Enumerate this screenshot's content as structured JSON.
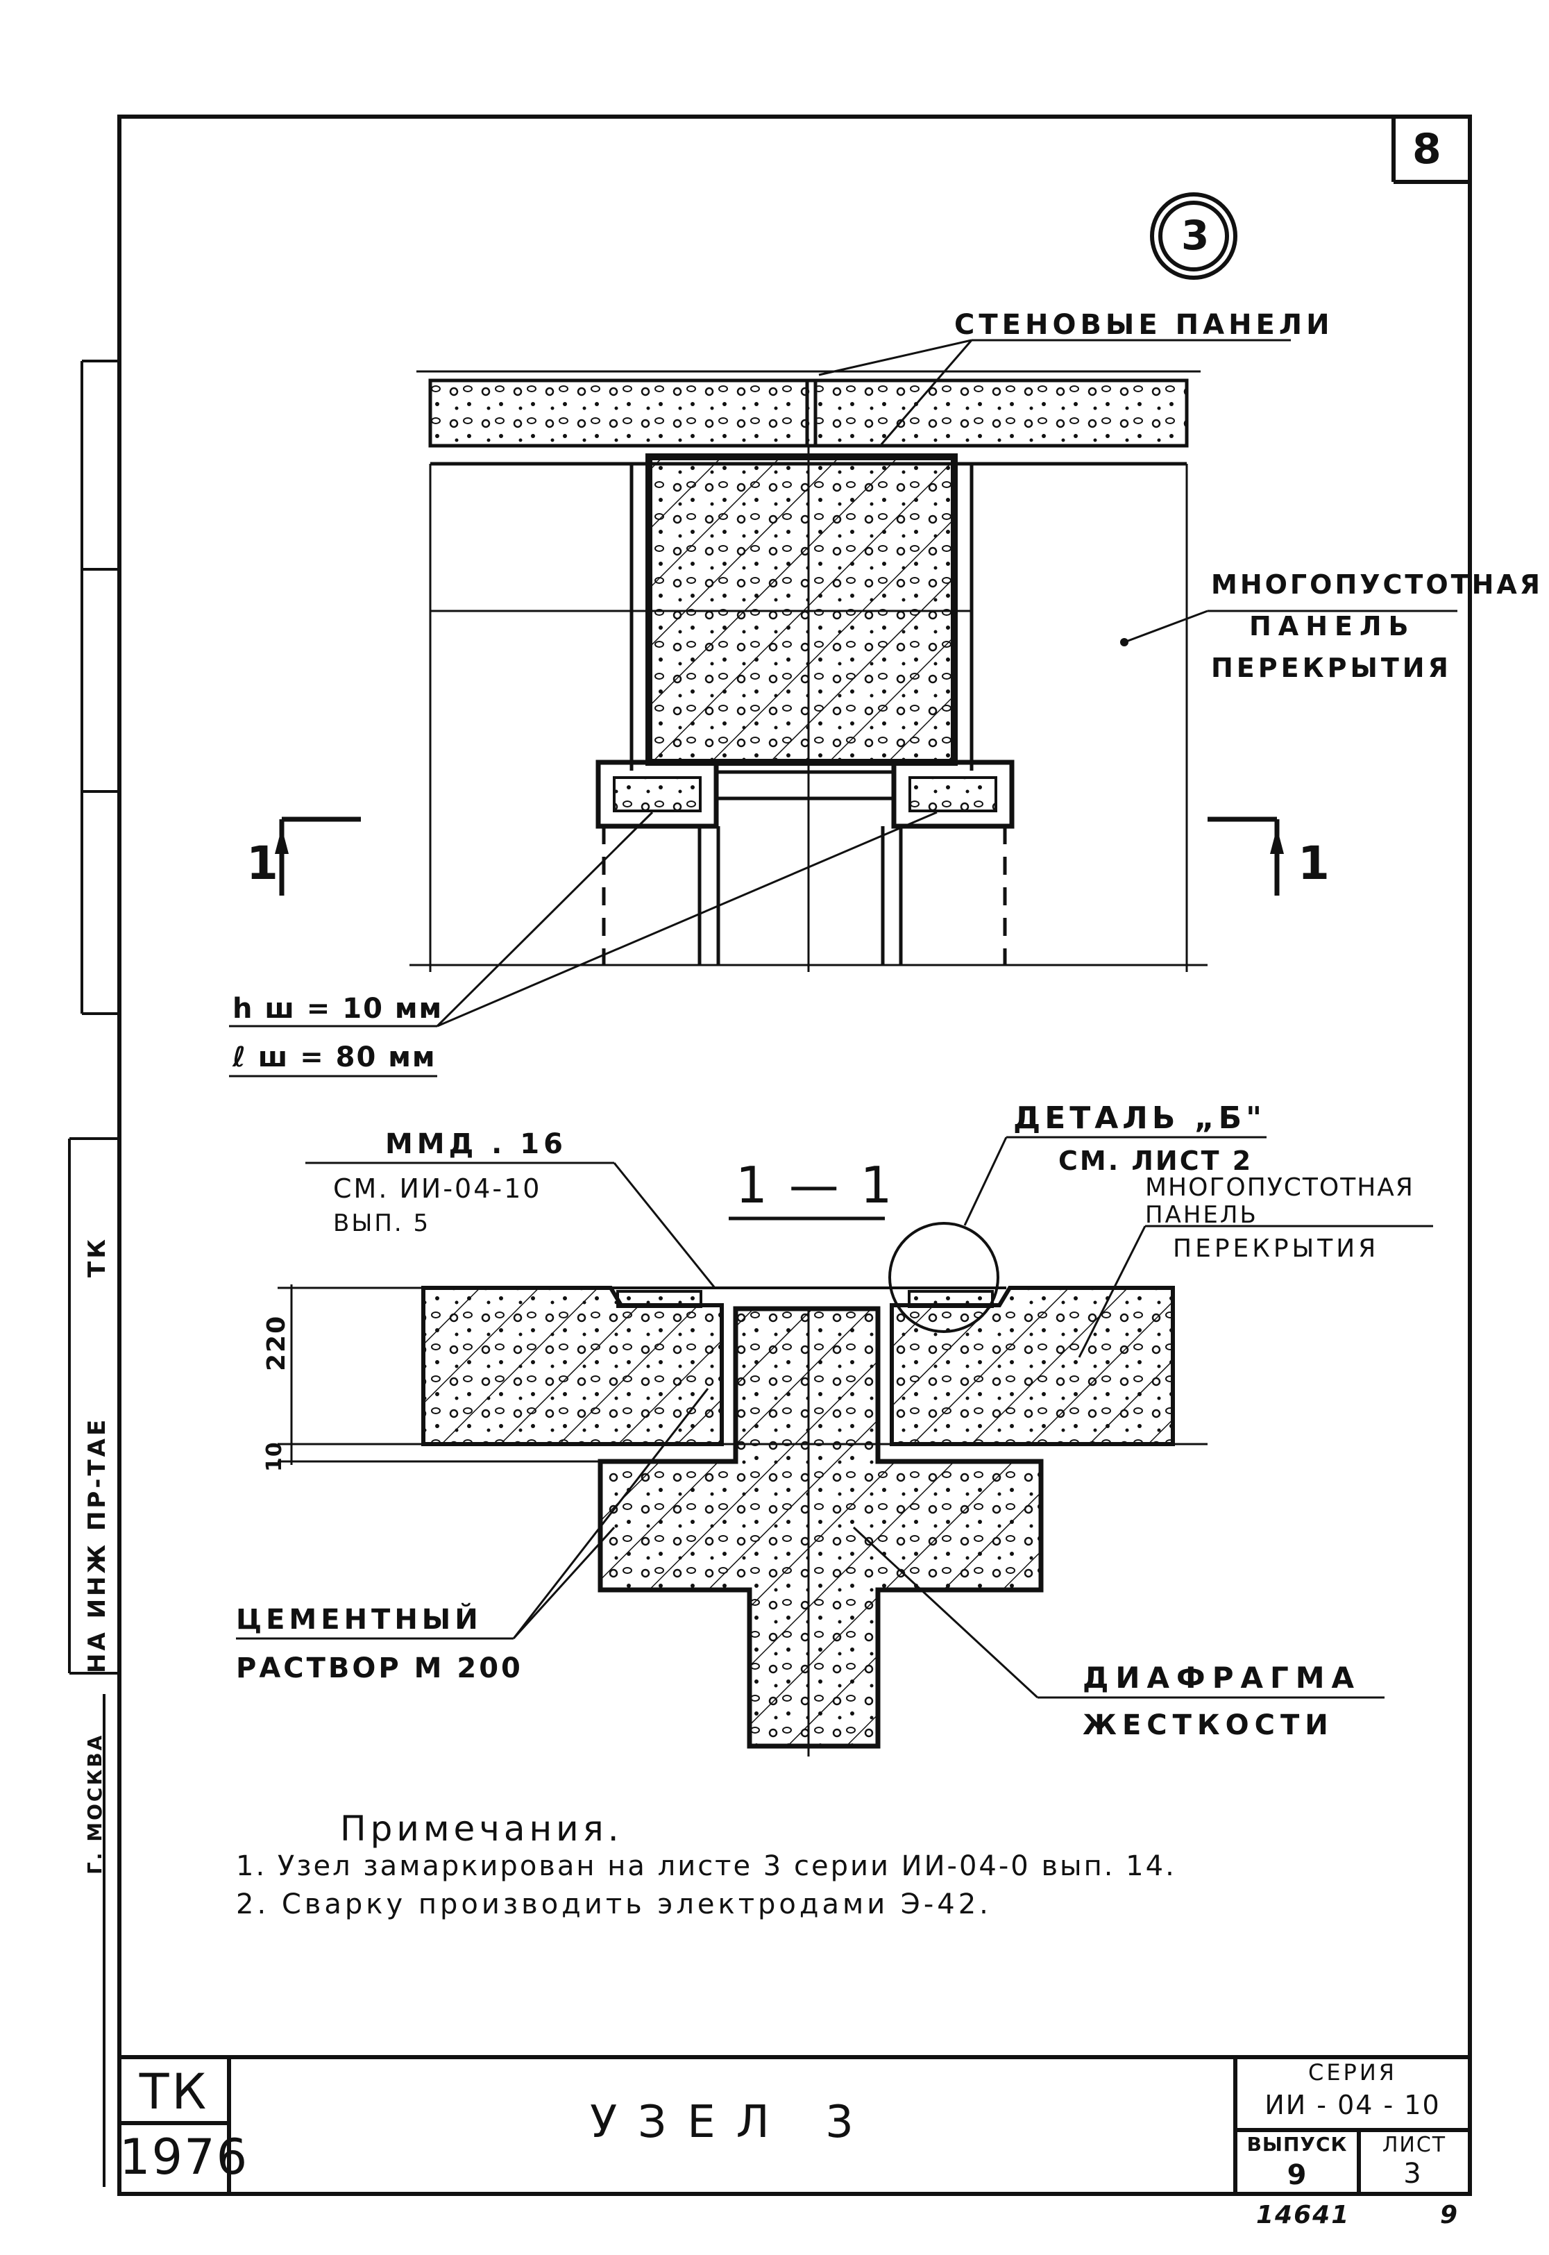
{
  "sheet_number": "8",
  "node_marker": "3",
  "plan_view": {
    "wall_panels_label": "СТЕНОВЫЕ ПАНЕЛИ",
    "hollow_panel_label": [
      "МНОГОПУСТОТНАЯ",
      "ПАНЕЛЬ",
      "ПЕРЕКРЫТИЯ"
    ],
    "section_mark_left": "1",
    "section_mark_right": "1",
    "weld_height": "h ш = 10 мм",
    "weld_length": "ℓ ш = 80 мм"
  },
  "section_view": {
    "title": "1 — 1",
    "mmd_label": "ММД . 16",
    "mmd_ref_1": "СМ. ИИ-04-10",
    "mmd_ref_2": "ВЫП. 5",
    "detail_label": "ДЕТАЛЬ „Б\"",
    "detail_ref": "СМ. ЛИСТ 2",
    "hollow_panel_label": [
      "МНОГОПУСТОТНАЯ",
      "ПАНЕЛЬ",
      "ПЕРЕКРЫТИЯ"
    ],
    "dim_220": "220",
    "dim_10": "10",
    "mortar_label": [
      "ЦЕМЕНТНЫЙ",
      "РАСТВОР М 200"
    ],
    "diaphragm_label": [
      "ДИАФРАГМА",
      "ЖЕСТКОСТИ"
    ]
  },
  "notes": {
    "title": "Примечания.",
    "items": [
      "1. Узел замаркирован на листе 3 серии ИИ-04-0 вып. 14.",
      "2. Сварку производить электродами Э-42."
    ]
  },
  "left_margin": {
    "text_1": "ТК",
    "text_2": "НА ИНЖ ПР-ТАЕ",
    "text_3": "Г. МОСКВА"
  },
  "title_block": {
    "org_top": "ТК",
    "org_year": "1976",
    "title": "УЗЕЛ 3",
    "series_label": "СЕРИЯ",
    "series_value": "ИИ - 04 - 10",
    "issue_label": "ВЫПУСК",
    "issue_value": "9",
    "sheet_label": "ЛИСТ",
    "sheet_value": "3"
  },
  "footer": {
    "inventory_number": "14641",
    "page_mark": "9"
  }
}
